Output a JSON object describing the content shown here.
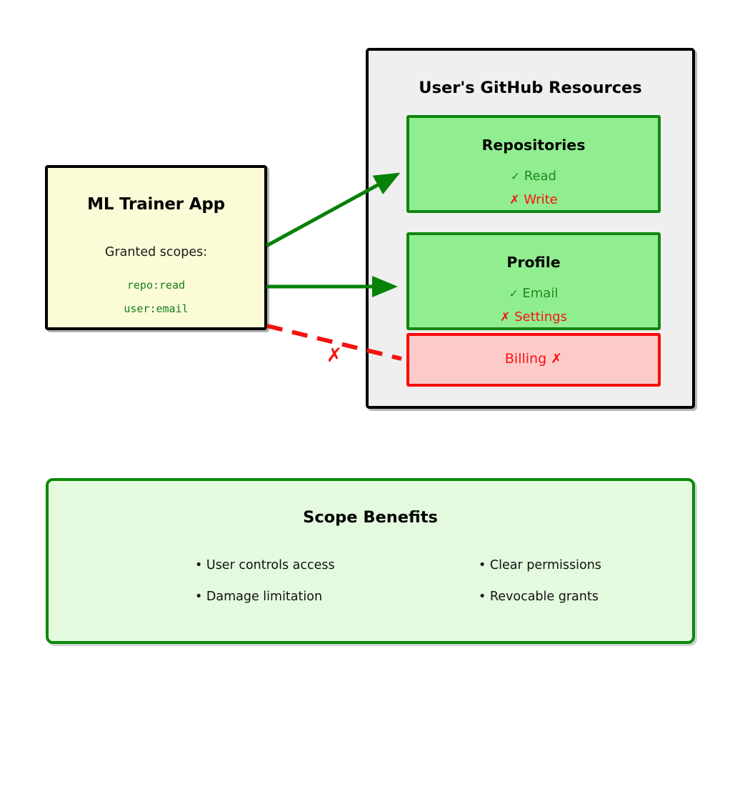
{
  "app": {
    "title": "ML Trainer App",
    "scopes_label": "Granted scopes:",
    "scopes": [
      "repo:read",
      "user:email"
    ],
    "box_color": "#fbfbd8",
    "border_color": "#000000",
    "scope_text_color": "#15801a"
  },
  "resources": {
    "title": "User's GitHub Resources",
    "panel_color": "#efefef",
    "items": [
      {
        "name": "Repositories",
        "status": "partial",
        "fill": "#90ee90",
        "border": "#108610",
        "permissions": [
          {
            "mark": "✓",
            "label": "Read",
            "state": "allowed",
            "color": "#1c8a1c"
          },
          {
            "mark": "✗",
            "label": "Write",
            "state": "denied",
            "color": "#fb1210"
          }
        ]
      },
      {
        "name": "Profile",
        "status": "partial",
        "fill": "#90ee90",
        "border": "#108610",
        "permissions": [
          {
            "mark": "✓",
            "label": "Email",
            "state": "allowed",
            "color": "#1c8a1c"
          },
          {
            "mark": "✗",
            "label": "Settings",
            "state": "denied",
            "color": "#fb1210"
          }
        ]
      },
      {
        "name": "Billing",
        "status": "denied",
        "fill": "#fccbc9",
        "border": "#fb0b08",
        "label": "Billing ✗"
      }
    ]
  },
  "connections": [
    {
      "from": "ML Trainer App",
      "to": "Repositories",
      "style": "solid",
      "color": "#078107",
      "allowed": true
    },
    {
      "from": "ML Trainer App",
      "to": "Profile",
      "style": "solid",
      "color": "#078107",
      "allowed": true
    },
    {
      "from": "ML Trainer App",
      "to": "Billing",
      "style": "dashed",
      "color": "#f41310",
      "allowed": false,
      "marker": "✗"
    }
  ],
  "benefits": {
    "title": "Scope Benefits",
    "items": [
      "• User controls access",
      "• Damage limitation",
      "• Clear permissions",
      "• Revocable grants"
    ],
    "fill": "#e4fade",
    "border": "#0a8a0a"
  }
}
